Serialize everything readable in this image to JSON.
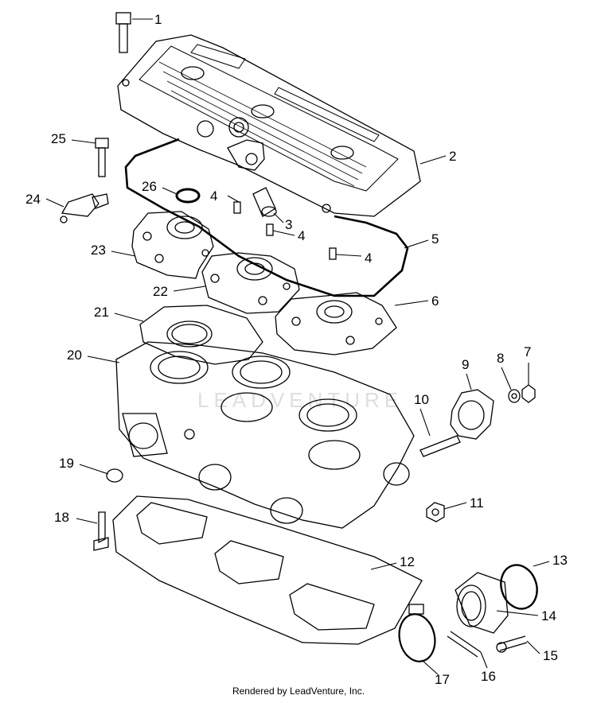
{
  "diagram": {
    "callouts": [
      "1",
      "2",
      "3",
      "4",
      "4",
      "4",
      "5",
      "6",
      "7",
      "8",
      "9",
      "10",
      "11",
      "12",
      "13",
      "14",
      "15",
      "16",
      "17",
      "18",
      "19",
      "20",
      "21",
      "22",
      "23",
      "24",
      "25",
      "26"
    ],
    "watermark": "LEADVENTURE"
  },
  "footer": {
    "text": "Rendered by LeadVenture, Inc."
  },
  "colors": {
    "line": "#000000",
    "background": "#ffffff",
    "watermark": "#dedede"
  }
}
